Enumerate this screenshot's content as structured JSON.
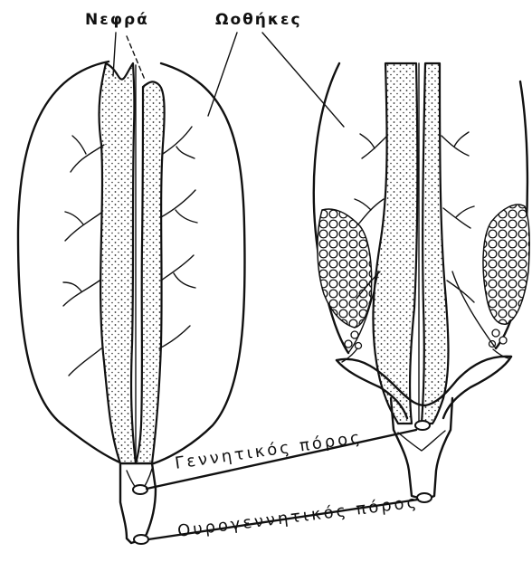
{
  "labels": {
    "kidneys": "Νεφρά",
    "ovaries": "Ωοθήκες",
    "genital_duct": "Γεννητικός  πόρος",
    "urogenital_duct": "Ουρογεννητικός   πόρος"
  },
  "colors": {
    "ink": "#111111",
    "background": "#ffffff"
  }
}
